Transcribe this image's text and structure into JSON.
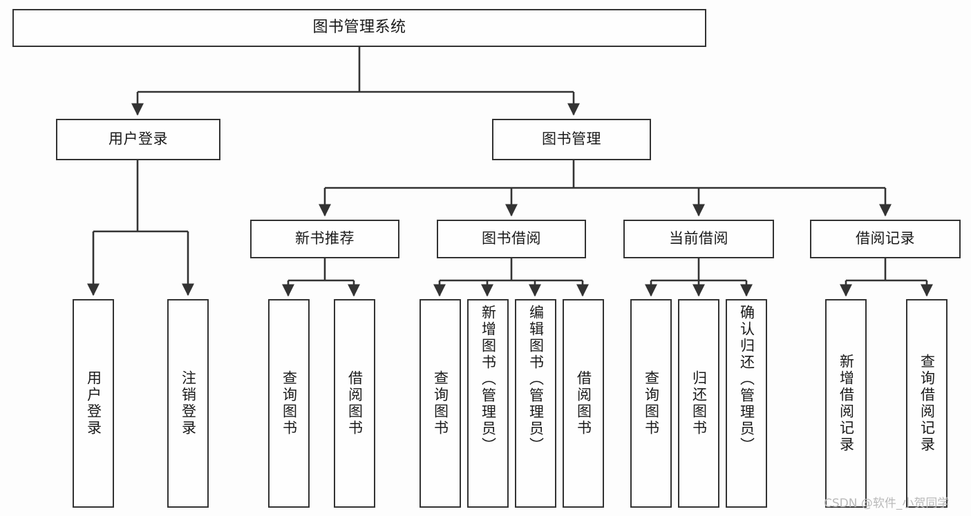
{
  "diagram": {
    "title": "图书管理系统",
    "type": "tree",
    "background_color": "#fdfdfd",
    "line_color": "#333333",
    "box_fill": "#fefefe",
    "root": {
      "label": "图书管理系统",
      "children": [
        {
          "label": "用户登录",
          "children": [
            {
              "label": "用户登录"
            },
            {
              "label": "注销登录"
            }
          ]
        },
        {
          "label": "图书管理",
          "children": [
            {
              "label": "新书推荐",
              "children": [
                {
                  "label": "查询图书"
                },
                {
                  "label": "借阅图书"
                }
              ]
            },
            {
              "label": "图书借阅",
              "children": [
                {
                  "label": "查询图书"
                },
                {
                  "label": "新增图书（管理员）"
                },
                {
                  "label": "编辑图书（管理员）"
                },
                {
                  "label": "借阅图书"
                }
              ]
            },
            {
              "label": "当前借阅",
              "children": [
                {
                  "label": "查询图书"
                },
                {
                  "label": "归还图书"
                },
                {
                  "label": "确认归还（管理员）"
                }
              ]
            },
            {
              "label": "借阅记录",
              "children": [
                {
                  "label": "新增借阅记录"
                },
                {
                  "label": "查询借阅记录"
                }
              ]
            }
          ]
        }
      ]
    }
  },
  "watermark": {
    "text": "CSDN @软件_小贺同学"
  }
}
